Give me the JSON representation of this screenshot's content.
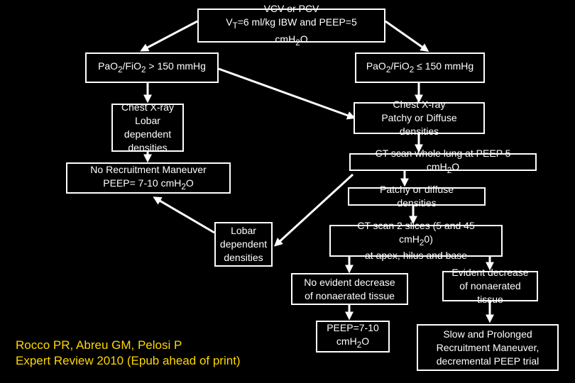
{
  "colors": {
    "background": "#000000",
    "box_border": "#ffffff",
    "text": "#ffffff",
    "arrow": "#ffffff",
    "citation": "#ffd700"
  },
  "nodes": {
    "start": {
      "line1": "VCV or PCV",
      "line2_pre": "V",
      "line2_sub": "T",
      "line2_post": "=6 ml/kg IBW and PEEP=5",
      "line3_pre": "cmH",
      "line3_sub": "2",
      "line3_post": "O"
    },
    "pf_high": {
      "p1": "PaO",
      "s1": "2",
      "p2": "/FiO",
      "s2": "2",
      "p3": " > 150 mmHg"
    },
    "pf_low": {
      "p1": "PaO",
      "s1": "2",
      "p2": "/FiO",
      "s2": "2",
      "p3": " ≤ 150 mmHg"
    },
    "xray_lobar": {
      "lines": [
        "Chest X-ray",
        "Lobar",
        "dependent",
        "densities"
      ]
    },
    "xray_patchy": {
      "lines": [
        "Chest X-ray",
        "Patchy or Diffuse",
        "densities"
      ]
    },
    "no_rm": {
      "line1": "No Recruitment Maneuver",
      "line2_pre": "PEEP= 7-10 cmH",
      "line2_sub": "2",
      "line2_post": "O"
    },
    "ct_whole": {
      "line1": "CT scan whole lung at PEEP 5",
      "line2_pre": "cmH",
      "line2_sub": "2",
      "line2_post": "O"
    },
    "patchy": {
      "lines": [
        "Patchy or diffuse",
        "densities"
      ]
    },
    "lobar": {
      "lines": [
        "Lobar",
        "dependent",
        "densities"
      ]
    },
    "ct_slices": {
      "line1": "CT scan 2 slices (5 and 45",
      "line2_pre": "cmH",
      "line2_sub": "2",
      "line2_post": "0)",
      "line3": "at apex, hilus and base"
    },
    "no_decrease": {
      "lines": [
        "No evident decrease",
        "of nonaerated tissue"
      ]
    },
    "decrease": {
      "lines": [
        "Evident decrease",
        "of nonaerated",
        "tissue"
      ]
    },
    "peep": {
      "line1": "PEEP=7-10",
      "line2_pre": "cmH",
      "line2_sub": "2",
      "line2_post": "O"
    },
    "slow_rm": {
      "lines": [
        "Slow and Prolonged",
        "Recruitment Maneuver,",
        "decremental PEEP trial"
      ]
    }
  },
  "citation": {
    "line1": "Rocco PR, Abreu GM, Pelosi P",
    "line2": "Expert Review 2010 (Epub ahead of print)"
  }
}
